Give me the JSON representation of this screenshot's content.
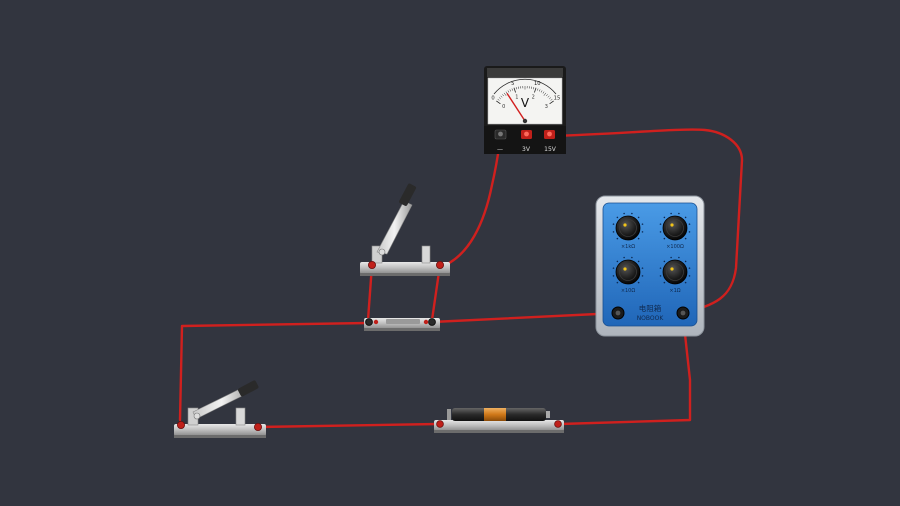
{
  "voltmeter": {
    "unit_symbol": "V",
    "scale_top": [
      "0",
      "5",
      "10",
      "15"
    ],
    "scale_bottom": [
      "0",
      "1",
      "2",
      "3"
    ],
    "terminal_neg": "—",
    "terminal_3v": "3V",
    "terminal_15v": "15V",
    "needle_value": 0.6,
    "needle_range": 3
  },
  "resistance_box": {
    "title": "电阻箱",
    "brand": "NOBOOK",
    "knobs": [
      {
        "label": "×1kΩ"
      },
      {
        "label": "×100Ω"
      },
      {
        "label": "×10Ω"
      },
      {
        "label": "×1Ω"
      }
    ]
  },
  "colors": {
    "background": "#32353f",
    "wire": "#d0201e",
    "resistance_box_blue": "#2f7fd0",
    "terminal_red": "#c0201a"
  }
}
